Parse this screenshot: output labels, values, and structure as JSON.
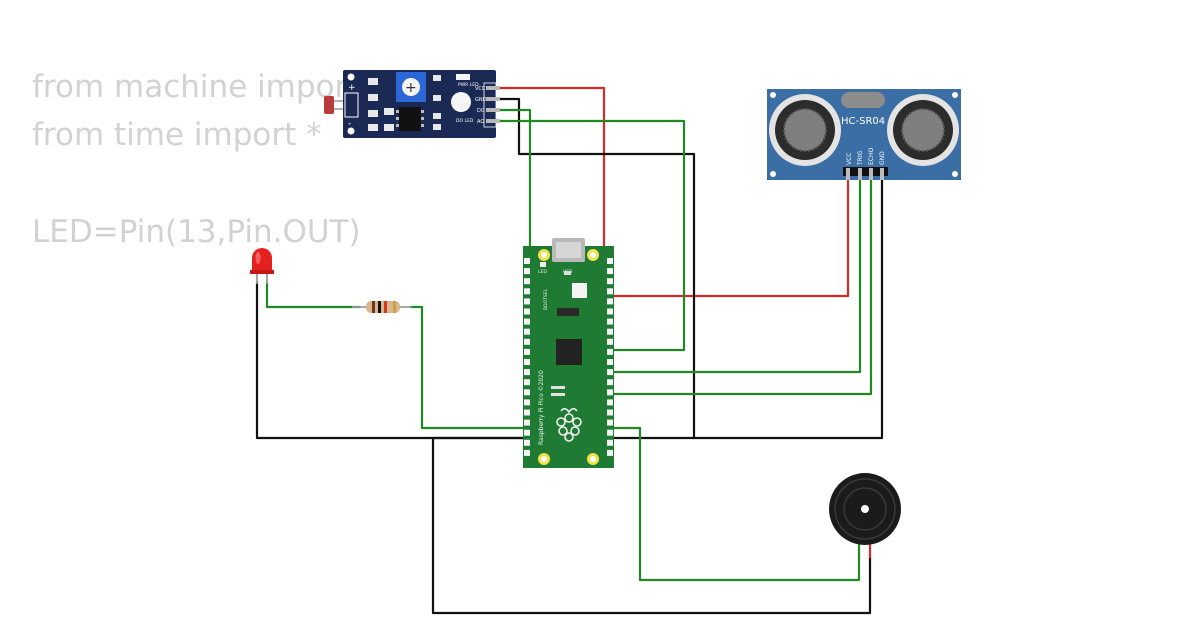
{
  "code": {
    "lines": [
      "from machine import *",
      "from time import *",
      "",
      "LED=Pin(13,Pin.OUT)"
    ]
  },
  "colors": {
    "wire_green": "#1f8a24",
    "wire_red": "#d42a2a",
    "wire_black": "#111111",
    "pico_board": "#1f7a34",
    "sensor_board": "#1b2a55",
    "ultrasonic_board": "#3a6ea5",
    "code_text": "#d2d2d2"
  },
  "components": {
    "light_sensor": {
      "pin_labels": [
        "VCC",
        "GND",
        "DO",
        "AO"
      ],
      "led_labels": [
        "PWR LED",
        "DO LED"
      ],
      "polarity": [
        "+",
        "-"
      ]
    },
    "ultrasonic": {
      "model": "HC-SR04",
      "pin_labels": [
        "VCC",
        "TRIG",
        "ECHO",
        "GND"
      ]
    },
    "pico": {
      "name": "Raspberry Pi Pico ©2020",
      "labels": [
        "LED",
        "USB",
        "BOOTSEL"
      ]
    },
    "led": {
      "color": "red"
    },
    "resistor": {},
    "buzzer": {}
  }
}
